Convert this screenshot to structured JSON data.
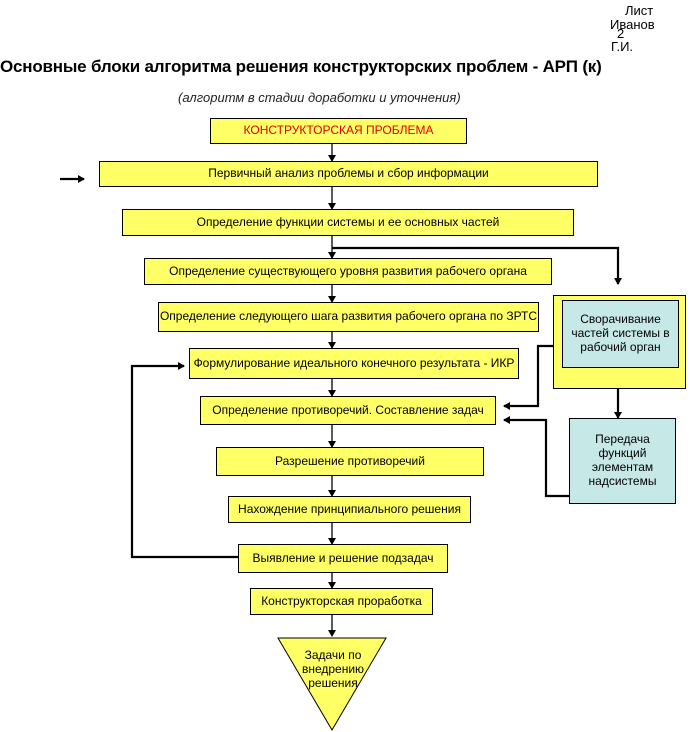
{
  "corner": {
    "sheet_label": "Лист",
    "sheet_number": "2",
    "author_surname": "Иванов",
    "author_initials": "Г.И."
  },
  "title": "Основные блоки алгоритма решения конструкторских проблем - АРП (к)",
  "subtitle": "(алгоритм в стадии доработки и уточнения)",
  "steps": {
    "problem": "КОНСТРУКТОРСКАЯ  ПРОБЛЕМА",
    "analysis": "Первичный анализ проблемы и сбор информации",
    "functions": "Определение функции системы и ее основных частей",
    "current_level": "Определение существующего уровня развития рабочего органа",
    "next_step": "Определение следующего шага развития рабочего органа по ЗРТС",
    "ideal_result": "Формулирование идеального конечного результата - ИКР",
    "contradictions": "Определение  противоречий. Составление задач",
    "resolve": "Разрешение противоречий",
    "principle": "Нахождение принципиального решения",
    "subtasks": "Выявление и решение подзадач",
    "design": "Конструкторская проработка",
    "implementation": "Задачи по внедрению решения"
  },
  "side": {
    "collapse": "Сворачивание частей системы в рабочий орган",
    "transfer": "Передача функций элементам надсистемы"
  },
  "colors": {
    "box_fill": "#ffff66",
    "side_fill": "#c6e8e6",
    "problem_text": "#e00000",
    "line": "#000000"
  }
}
